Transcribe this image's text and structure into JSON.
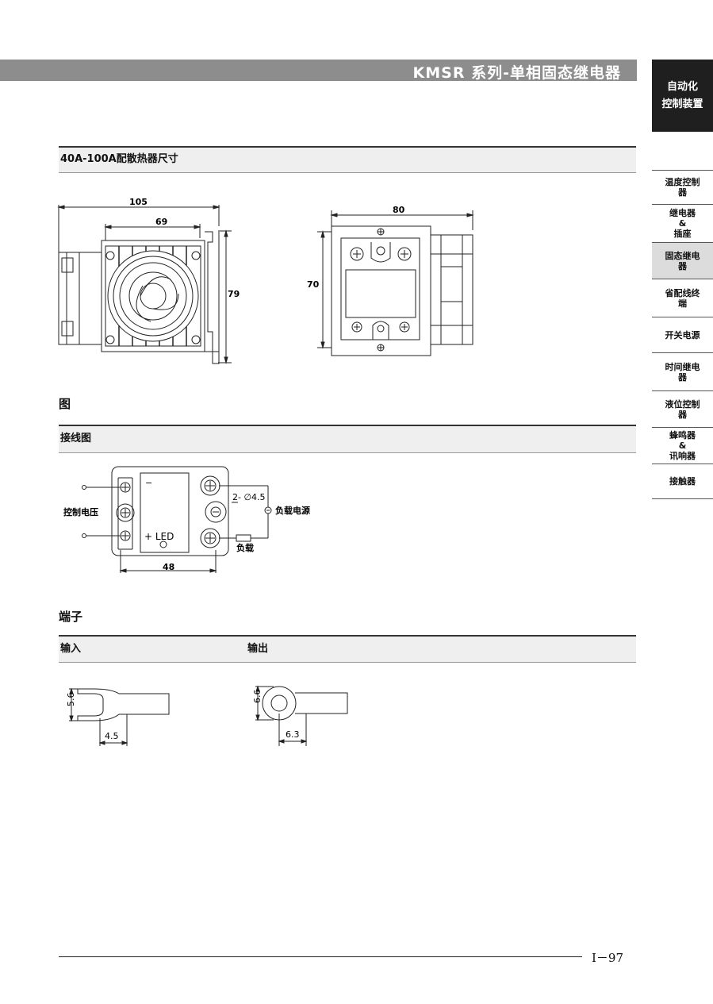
{
  "header": {
    "title": "KMSR 系列-单相固态继电器"
  },
  "category_tab": {
    "line1": "自动化",
    "line2": "控制装置"
  },
  "nav": [
    {
      "line1": "温度控制",
      "line2": "器",
      "line3": ""
    },
    {
      "line1": "继电器",
      "line2": "&",
      "line3": "插座"
    },
    {
      "line1": "固态继电",
      "line2": "器",
      "line3": "",
      "active": true
    },
    {
      "line1": "省配线终",
      "line2": "端",
      "line3": ""
    },
    {
      "line1": "开关电源",
      "line2": "",
      "line3": ""
    },
    {
      "line1": "时间继电",
      "line2": "器",
      "line3": ""
    },
    {
      "line1": "液位控制",
      "line2": "器",
      "line3": ""
    },
    {
      "line1": "蜂鸣器",
      "line2": "&",
      "line3": "讯响器"
    },
    {
      "line1": "接触器",
      "line2": "",
      "line3": ""
    }
  ],
  "heatsink": {
    "heading": "40A-100A配散热器尺寸",
    "dim_105": "105",
    "dim_69": "69",
    "dim_79": "79",
    "dim_80": "80",
    "dim_70": "70"
  },
  "figure_label": "图",
  "wiring": {
    "heading": "接线图",
    "control_voltage": "控制电压",
    "minus_mark": "−",
    "plus_led": "+ LED",
    "hole_spec": "2- ∅4.5",
    "load_power": "负载电源",
    "load": "负载",
    "dim_48": "48"
  },
  "terminals": {
    "title": "端子",
    "input_label": "输入",
    "output_label": "输出",
    "in_dim_h": "5.6",
    "in_dim_w": "4.5",
    "out_dim_h": "6.6",
    "out_dim_w": "6.3"
  },
  "footer": {
    "page": "I－97"
  }
}
